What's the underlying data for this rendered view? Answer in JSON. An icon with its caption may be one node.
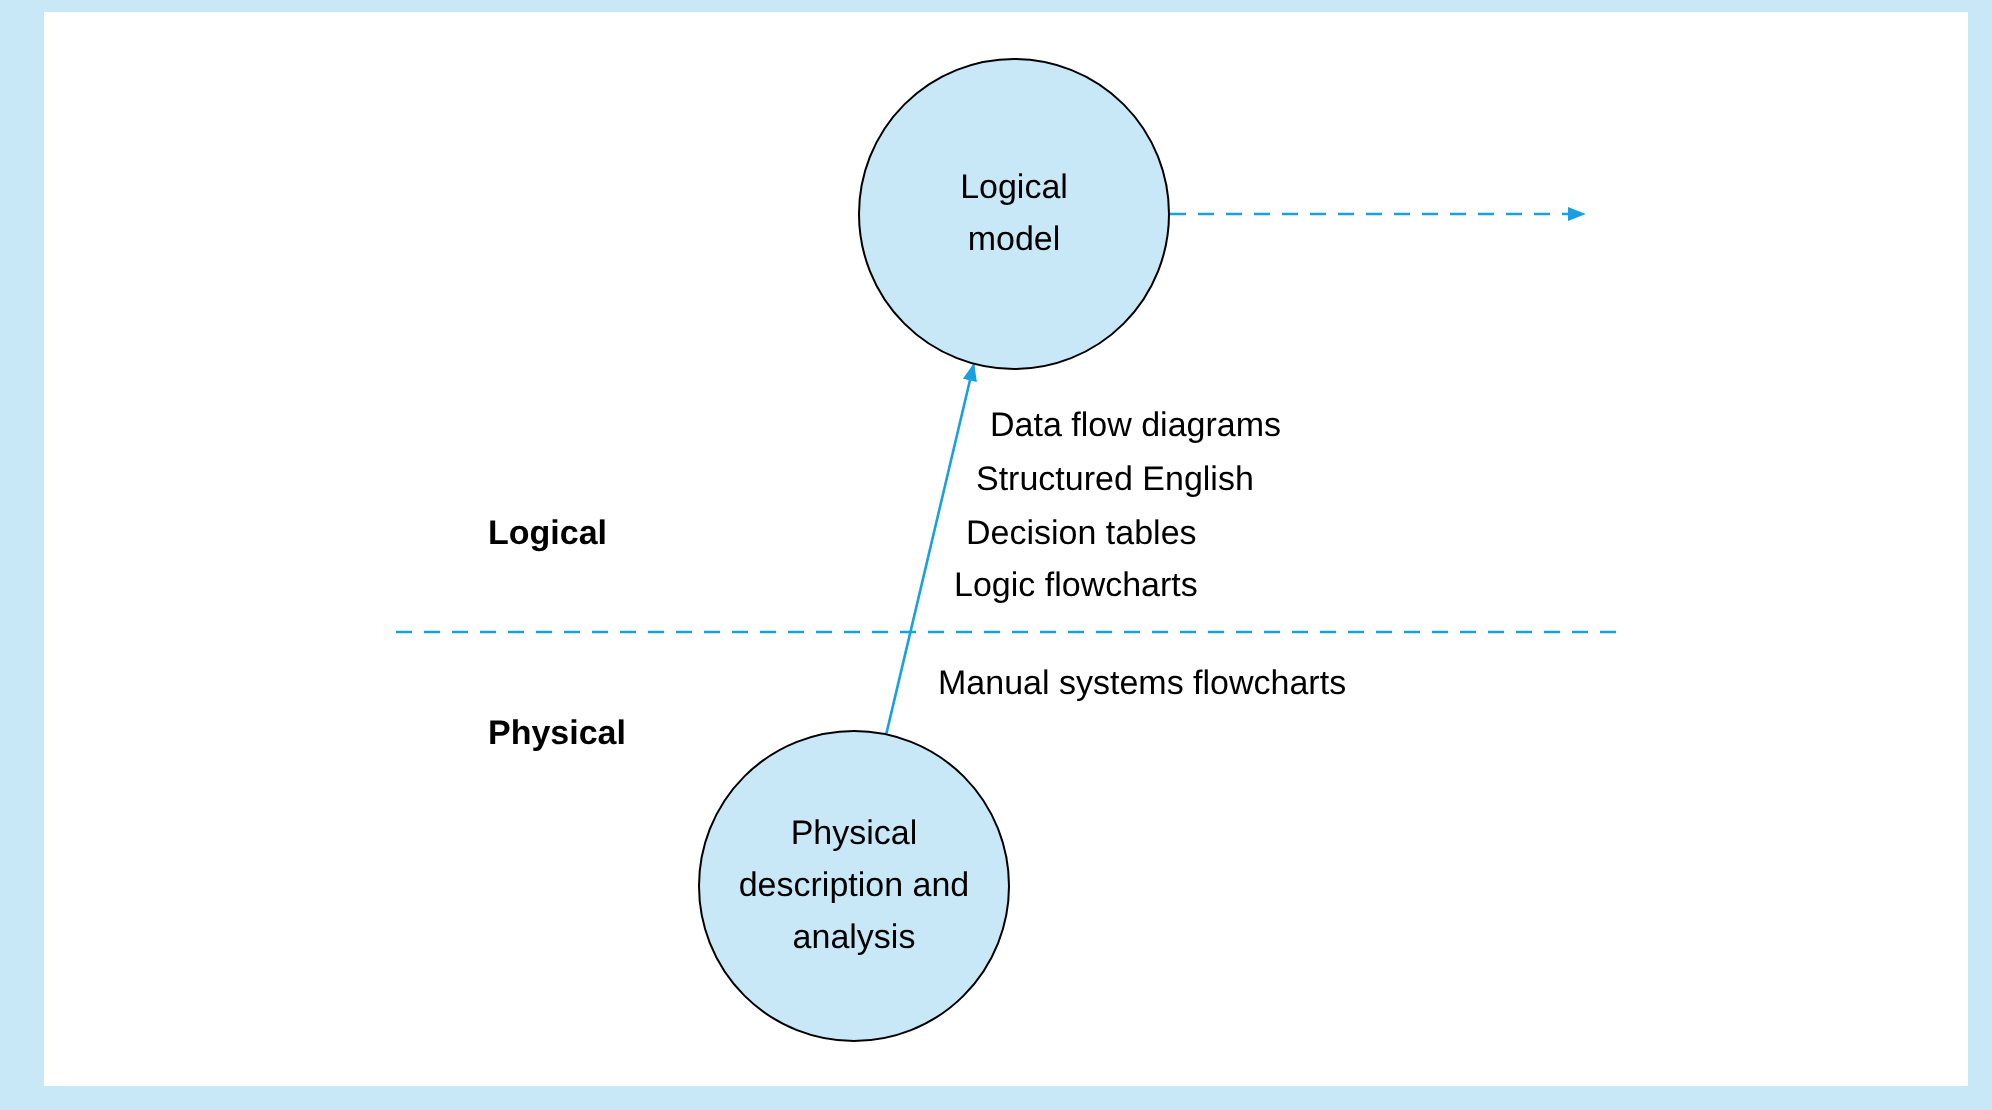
{
  "diagram": {
    "nodes": [
      {
        "text": [
          "Logical model"
        ]
      },
      {
        "text": [
          "Physical description and analysis"
        ]
      }
    ],
    "edges": [
      {
        "from": 1,
        "to": 0,
        "arrow": "to"
      },
      {
        "from": 0,
        "to": null,
        "arrow": "to",
        "style": "dashed"
      }
    ],
    "labels": [
      "Data flow diagrams",
      "Structured English",
      "Logical",
      "Decision tables",
      "Logic flowcharts",
      "Manual systems flowcharts",
      "Physical"
    ]
  }
}
